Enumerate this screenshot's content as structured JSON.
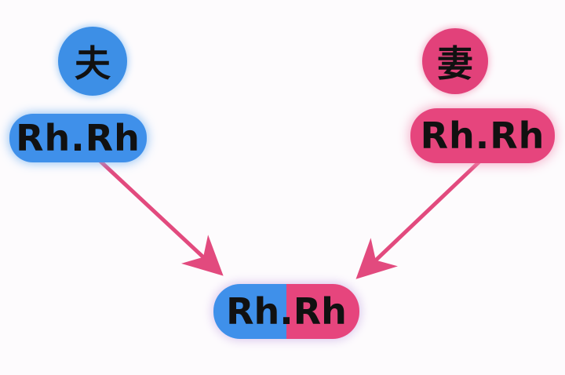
{
  "father": {
    "label": "夫",
    "genotype": "Rh.Rh",
    "color": "#3d8fe6"
  },
  "mother": {
    "label": "妻",
    "genotype": "Rh.Rh",
    "color": "#e2417a"
  },
  "child": {
    "genotype": "Rh.Rh"
  },
  "arrow_color": "#e24a7e"
}
